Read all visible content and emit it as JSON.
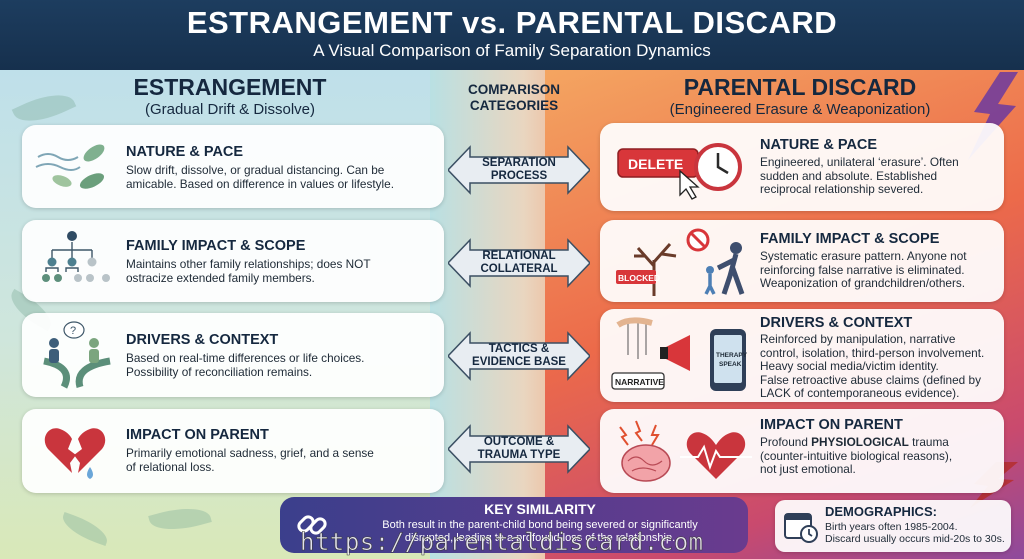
{
  "header": {
    "title": "ESTRANGEMENT vs. PARENTAL DISCARD",
    "subtitle": "A Visual Comparison of Family Separation Dynamics"
  },
  "left": {
    "title": "ESTRANGEMENT",
    "subtitle": "(Gradual Drift & Dissolve)",
    "cards": [
      {
        "heading": "NATURE & PACE",
        "text": [
          "Slow drift, dissolve, or gradual distancing. Can be",
          "amicable. Based on difference in values or lifestyle."
        ],
        "icon": "leaves-icon"
      },
      {
        "heading": "FAMILY IMPACT & SCOPE",
        "text": [
          "Maintains other family relationships; does NOT",
          "ostracize extended family members."
        ],
        "icon": "family-tree-icon"
      },
      {
        "heading": "DRIVERS & CONTEXT",
        "text": [
          "Based on real-time differences or life choices.",
          "Possibility of reconciliation remains."
        ],
        "icon": "diverging-paths-icon"
      },
      {
        "heading": "IMPACT ON PARENT",
        "text": [
          "Primarily emotional sadness, grief, and a sense",
          "of relational loss."
        ],
        "icon": "broken-heart-icon"
      }
    ]
  },
  "middle": {
    "title": [
      "COMPARISON",
      "CATEGORIES"
    ],
    "arrows": [
      [
        "SEPARATION",
        "PROCESS"
      ],
      [
        "RELATIONAL",
        "COLLATERAL"
      ],
      [
        "TACTICS &",
        "EVIDENCE BASE"
      ],
      [
        "OUTCOME &",
        "TRAUMA TYPE"
      ]
    ]
  },
  "right": {
    "title": "PARENTAL DISCARD",
    "subtitle": "(Engineered Erasure & Weaponization)",
    "cards": [
      {
        "heading": "NATURE & PACE",
        "text": [
          "Engineered, unilateral ‘erasure’. Often",
          "sudden and absolute. Established",
          "reciprocal relationship severed."
        ],
        "icon": "delete-clock-icon",
        "icon_label": "DELETE"
      },
      {
        "heading": "FAMILY IMPACT & SCOPE",
        "text": [
          "Systematic erasure pattern. Anyone not",
          "reinforcing false narrative is eliminated.",
          "Weaponization of grandchildren/others."
        ],
        "icon": "blocked-tree-icon",
        "icon_label": "BLOCKED"
      },
      {
        "heading": "DRIVERS & CONTEXT",
        "text": [
          "Reinforced by manipulation, narrative",
          "control, isolation, third-person involvement.",
          "Heavy social media/victim identity.",
          "False retroactive abuse claims (defined by",
          "LACK of contemporaneous evidence)."
        ],
        "icon": "puppet-megaphone-icon",
        "icon_label": "NARRATIVE",
        "icon_label2": "THERAPY SPEAK"
      },
      {
        "heading": "IMPACT ON PARENT",
        "text_pre": "Profound ",
        "text_bold": "PHYSIOLOGICAL",
        "text_post": " trauma",
        "text": [
          "(counter-intuitive biological reasons),",
          "not just emotional."
        ],
        "icon": "brain-heart-icon"
      }
    ]
  },
  "key_similarity": {
    "title": "KEY SIMILARITY",
    "text": [
      "Both result in the parent-child bond being severed or significantly",
      "disrupted, leading to a profound loss of the relationship."
    ]
  },
  "demographics": {
    "title": "DEMOGRAPHICS:",
    "text": [
      "Birth years often 1985-2004.",
      "Discard usually occurs mid-20s to 30s."
    ]
  },
  "watermark": "https://parentaldiscard.com",
  "colors": {
    "header": "#1d3d5f",
    "text_dark": "#15283f",
    "delete_red": "#d8363a",
    "heart_red": "#c9353d"
  }
}
